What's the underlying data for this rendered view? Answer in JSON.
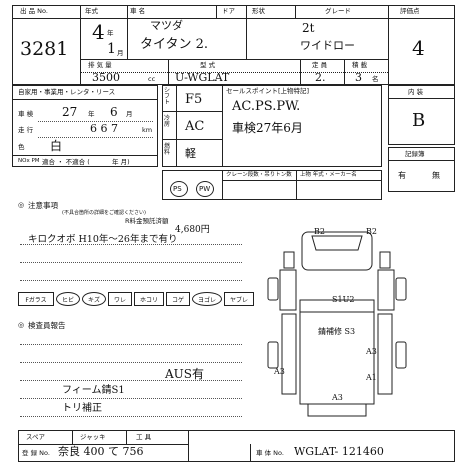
{
  "header": {
    "lot_label": "出 品 No.",
    "lot_number": "3281",
    "year_label": "年式",
    "year_value": "4",
    "year_suffix": "年",
    "month_value": "1",
    "month_suffix": "月",
    "name_label": "車 名",
    "maker_value": "マツダ",
    "model_value": "タイタン 2.",
    "door_label": "ドア",
    "shape_label": "形状",
    "shape_value": "2t",
    "grade_label": "グレード",
    "grade_value": "ワイドロー",
    "cc_label": "排 気 量",
    "cc_value": "3500",
    "cc_unit": "cc",
    "type_label": "型 式",
    "type_value": "U-WGLAT",
    "capacity_label": "定 員",
    "capacity_value": "2.",
    "load_label": "積 載",
    "load_value": "3",
    "load_unit": "名",
    "score_label": "評価点",
    "score_value": "4",
    "interior_label": "内 装",
    "interior_value": "B"
  },
  "registration": {
    "usage_label": "自家用・事業用・レンタ・リース",
    "expiry_label": "車 検",
    "expiry_year": "27",
    "year_char": "年",
    "expiry_month": "6",
    "month_char": "月",
    "mileage_label": "走 行",
    "mileage_value": "6 6 7",
    "km_unit": "km",
    "color_label": "色",
    "color_value": "白",
    "nox_label": "NOx PM",
    "nox_options": "適合 ・ 不適合 (",
    "nox_date": "年  月)"
  },
  "specs": {
    "shift_label": "シフト",
    "shift_value": "F5",
    "aircon_label": "冷房",
    "aircon_value": "AC",
    "fuel_label": "燃料",
    "fuel_value": "軽",
    "selling_label": "セールスポイント[上物特記]",
    "selling_line1": "AC.PS.PW.",
    "selling_line2": "車検27年6月"
  },
  "equipment": {
    "ps": "PS",
    "pw": "PW",
    "crane_label": "クレーン段数・吊りトン数",
    "body_label": "上物 年式・メーカー名"
  },
  "notes": {
    "title": "注意事項",
    "sub": "(不具合箇所の詳細をご確認ください)",
    "recycle_label": "R料金預託済額",
    "recycle_value": "4,680円",
    "handwritten": "キロクオボ H10年～26年まで有り"
  },
  "damage_items": [
    {
      "label": "Fガラス",
      "circled": false
    },
    {
      "label": "ヒビ",
      "circled": true
    },
    {
      "label": "キズ",
      "circled": true
    },
    {
      "label": "ワレ",
      "circled": false
    },
    {
      "label": "ホコリ",
      "circled": false
    },
    {
      "label": "コゲ",
      "circled": false
    },
    {
      "label": "ヨゴレ",
      "circled": true
    },
    {
      "label": "ヤブレ",
      "circled": false
    }
  ],
  "inspector": {
    "title": "検査員報告",
    "line1": "AUS有",
    "line2": "フィーム錆S1",
    "line3": "トリ補正"
  },
  "diagram": {
    "labels": [
      "B2",
      "B2",
      "S1U2",
      "錆補修 S3",
      "A3",
      "A3",
      "A1",
      "A3"
    ]
  },
  "history": {
    "title": "記録簿",
    "yes": "有",
    "no": "無"
  },
  "footer": {
    "spare_label": "スペア",
    "jack_label": "ジャッキ",
    "tools_label": "工 具",
    "reg_label": "登 録 No.",
    "reg_value": "奈良 400 て 756",
    "chassis_label": "車 体 No.",
    "chassis_value": "WGLAT- 121460"
  }
}
